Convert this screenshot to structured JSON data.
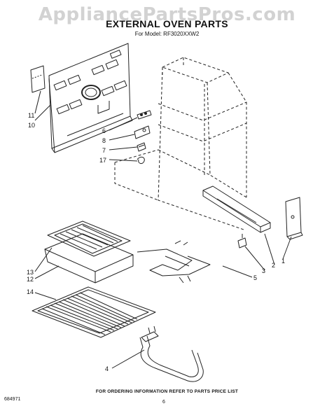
{
  "watermark": "AppliancePartsPros.com",
  "title": "EXTERNAL OVEN PARTS",
  "model_line": "For Model: RF3020XXW2",
  "footer_note": "FOR ORDERING INFORMATION REFER TO PARTS PRICE LIST",
  "doc_number": "684971",
  "page_number": "6",
  "callouts": {
    "c11": "11",
    "c10": "10",
    "c6": "6",
    "c8": "8",
    "c7": "7",
    "c17": "17",
    "c13": "13",
    "c12": "12",
    "c14": "14",
    "c4": "4",
    "c5": "5",
    "c3": "3",
    "c2": "2",
    "c1": "1"
  }
}
